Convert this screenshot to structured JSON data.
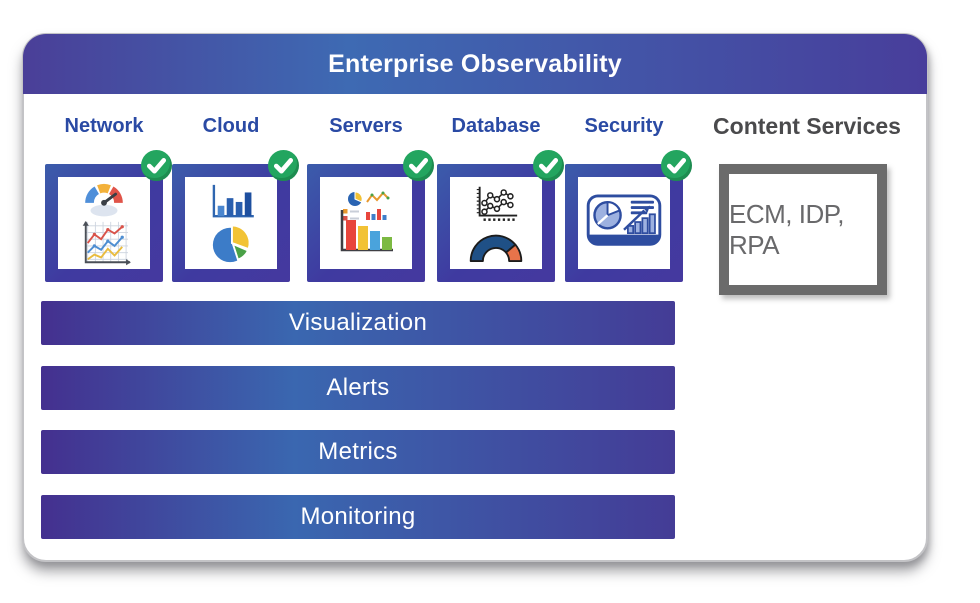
{
  "header": {
    "title": "Enterprise Observability"
  },
  "categories": [
    {
      "label": "Network",
      "status": "checked",
      "icon": "gauge-and-line-chart-icon"
    },
    {
      "label": "Cloud",
      "status": "checked",
      "icon": "bar-and-pie-chart-icon"
    },
    {
      "label": "Servers",
      "status": "checked",
      "icon": "descending-bar-chart-icon"
    },
    {
      "label": "Database",
      "status": "checked",
      "icon": "scatter-and-half-gauge-icon"
    },
    {
      "label": "Security",
      "status": "checked",
      "icon": "analytics-dashboard-icon"
    }
  ],
  "content_services": {
    "label": "Content Services",
    "box_text": "ECM, IDP, RPA"
  },
  "layers": [
    {
      "label": "Visualization"
    },
    {
      "label": "Alerts"
    },
    {
      "label": "Metrics"
    },
    {
      "label": "Monitoring"
    }
  ],
  "colors": {
    "header_gradient": [
      "#4a3f98",
      "#3e6ab3",
      "#483e9b"
    ],
    "bar_gradient": [
      "#44308f",
      "#3a67b0",
      "#443c96"
    ],
    "box_border": "#3f3aa0",
    "check_green": "#23a55f",
    "category_label_blue": "#2a4aa4",
    "content_services_gray": "#6b6b6b"
  }
}
